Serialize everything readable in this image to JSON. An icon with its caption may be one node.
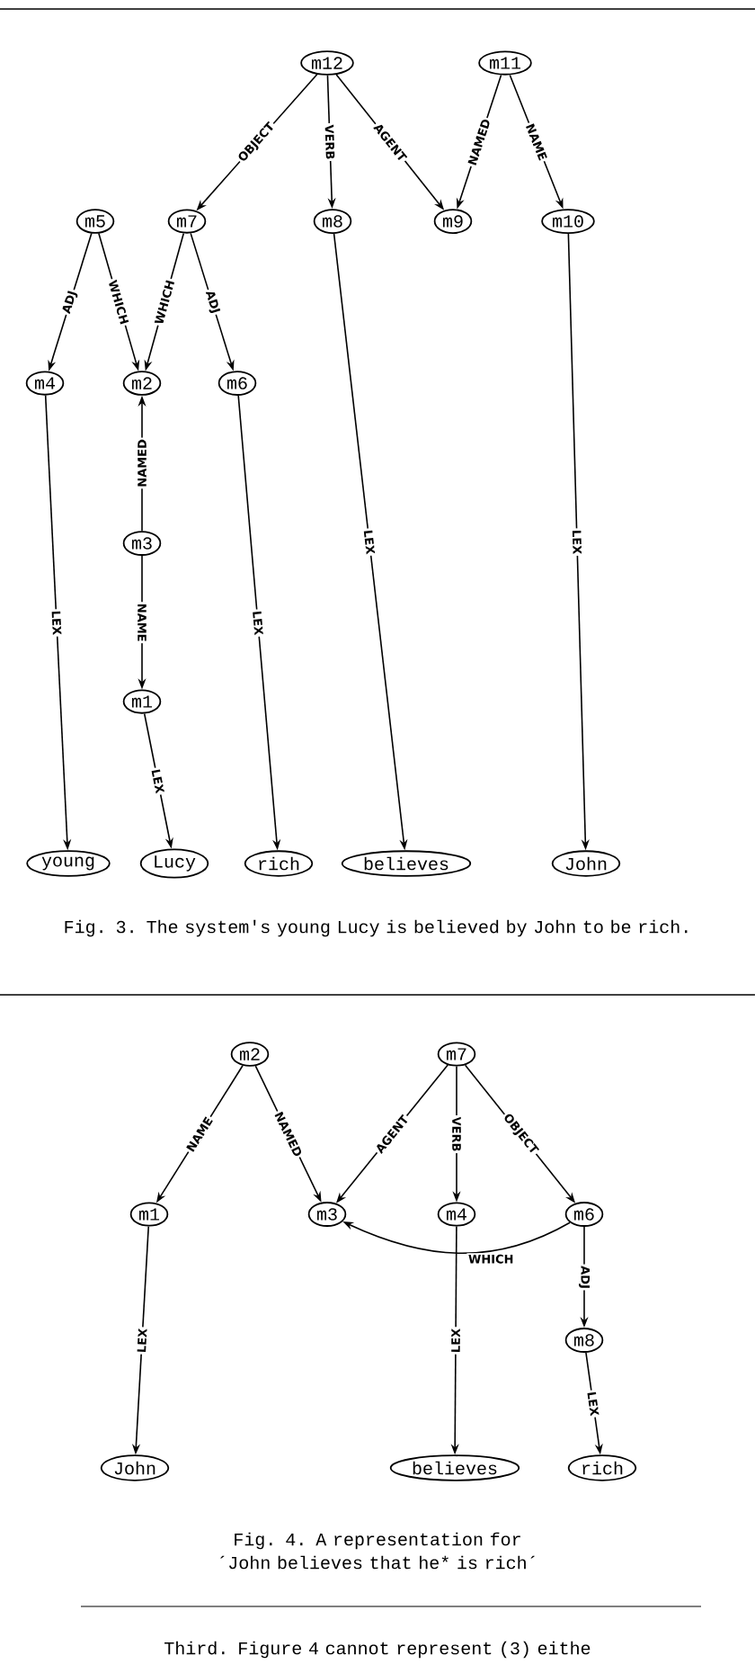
{
  "diagram": {
    "nodes": [
      {
        "text": [
          "m12"
        ]
      },
      {
        "text": [
          "m11"
        ]
      },
      {
        "text": [
          "m5"
        ]
      },
      {
        "text": [
          "m7"
        ]
      },
      {
        "text": [
          "m8"
        ]
      },
      {
        "text": [
          "m9"
        ]
      },
      {
        "text": [
          "m10"
        ]
      },
      {
        "text": [
          "m4"
        ]
      },
      {
        "text": [
          "m2"
        ]
      },
      {
        "text": [
          "m6"
        ]
      },
      {
        "text": [
          "m3"
        ]
      },
      {
        "text": [
          "m1"
        ]
      },
      {
        "text": [
          "young"
        ]
      },
      {
        "text": [
          "Lucy"
        ]
      },
      {
        "text": [
          "rich"
        ]
      },
      {
        "text": [
          "believes"
        ]
      },
      {
        "text": [
          "John"
        ]
      },
      {
        "text": [
          "m2"
        ]
      },
      {
        "text": [
          "m7"
        ]
      },
      {
        "text": [
          "m1"
        ]
      },
      {
        "text": [
          "m3"
        ]
      },
      {
        "text": [
          "m4"
        ]
      },
      {
        "text": [
          "m6"
        ]
      },
      {
        "text": [
          "m8"
        ]
      },
      {
        "text": [
          "John"
        ]
      },
      {
        "text": [
          "believes"
        ]
      },
      {
        "text": [
          "rich"
        ]
      }
    ],
    "edges": [
      {
        "from": 0,
        "to": 3,
        "arrow": "to",
        "label": "OBJECT"
      },
      {
        "from": 0,
        "to": 4,
        "arrow": "to",
        "label": "VERB"
      },
      {
        "from": 0,
        "to": 5,
        "arrow": "to",
        "label": "AGENT"
      },
      {
        "from": 1,
        "to": 5,
        "arrow": "to",
        "label": "NAMED"
      },
      {
        "from": 1,
        "to": 6,
        "arrow": "to",
        "label": "NAME"
      },
      {
        "from": 2,
        "to": 7,
        "arrow": "to",
        "label": "ADJ"
      },
      {
        "from": 2,
        "to": 8,
        "arrow": "to",
        "label": "WHICH"
      },
      {
        "from": 3,
        "to": 8,
        "arrow": "to",
        "label": "WHICH"
      },
      {
        "from": 3,
        "to": 9,
        "arrow": "to",
        "label": "ADJ"
      },
      {
        "from": 10,
        "to": 8,
        "arrow": "to",
        "label": "NAMED"
      },
      {
        "from": 10,
        "to": 11,
        "arrow": "to",
        "label": "NAME"
      },
      {
        "from": 7,
        "to": 12,
        "arrow": "to",
        "label": "LEX"
      },
      {
        "from": 11,
        "to": 13,
        "arrow": "to",
        "label": "LEX"
      },
      {
        "from": 9,
        "to": 14,
        "arrow": "to",
        "label": "LEX"
      },
      {
        "from": 4,
        "to": 15,
        "arrow": "to",
        "label": "LEX"
      },
      {
        "from": 6,
        "to": 16,
        "arrow": "to",
        "label": "LEX"
      },
      {
        "from": 17,
        "to": 19,
        "arrow": "to",
        "label": "NAME"
      },
      {
        "from": 17,
        "to": 20,
        "arrow": "to",
        "label": "NAMED"
      },
      {
        "from": 18,
        "to": 20,
        "arrow": "to",
        "label": "AGENT"
      },
      {
        "from": 18,
        "to": 21,
        "arrow": "to",
        "label": "VERB"
      },
      {
        "from": 18,
        "to": 22,
        "arrow": "to",
        "label": "OBJECT"
      },
      {
        "from": 22,
        "to": 20,
        "arrow": "to",
        "label": "WHICH"
      },
      {
        "from": 22,
        "to": 23,
        "arrow": "to",
        "label": "ADJ"
      },
      {
        "from": 19,
        "to": 24,
        "arrow": "to",
        "label": "LEX"
      },
      {
        "from": 21,
        "to": 25,
        "arrow": "to",
        "label": "LEX"
      },
      {
        "from": 23,
        "to": 26,
        "arrow": "to",
        "label": "LEX"
      }
    ],
    "labels": [
      "Fig. 3. The system's young Lucy is believed by John to be rich.",
      "Fig. 4. A representation for ´John believes that he* is rich´",
      "Third. Figure 4 cannot represent (3) eithe"
    ]
  }
}
